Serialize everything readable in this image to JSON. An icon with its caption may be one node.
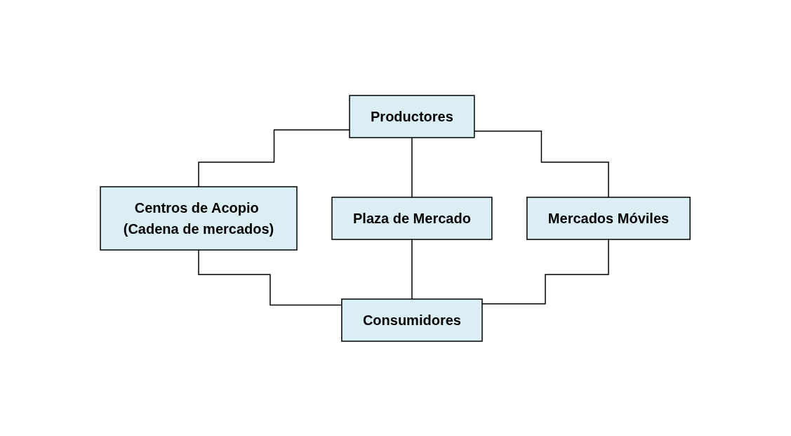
{
  "diagram": {
    "nodes": [
      {
        "text": [
          "Productores"
        ]
      },
      {
        "text": [
          "Centros de Acopio (Cadena de mercados)"
        ]
      },
      {
        "text": [
          "Plaza de Mercado"
        ]
      },
      {
        "text": [
          "Mercados Móviles"
        ]
      },
      {
        "text": [
          "Consumidores"
        ]
      }
    ],
    "edges": [
      {
        "from": 0,
        "to": 1,
        "arrow": "none"
      },
      {
        "from": 0,
        "to": 2,
        "arrow": "none"
      },
      {
        "from": 0,
        "to": 3,
        "arrow": "none"
      },
      {
        "from": 1,
        "to": 4,
        "arrow": "none"
      },
      {
        "from": 2,
        "to": 4,
        "arrow": "none"
      },
      {
        "from": 3,
        "to": 4,
        "arrow": "none"
      }
    ]
  }
}
